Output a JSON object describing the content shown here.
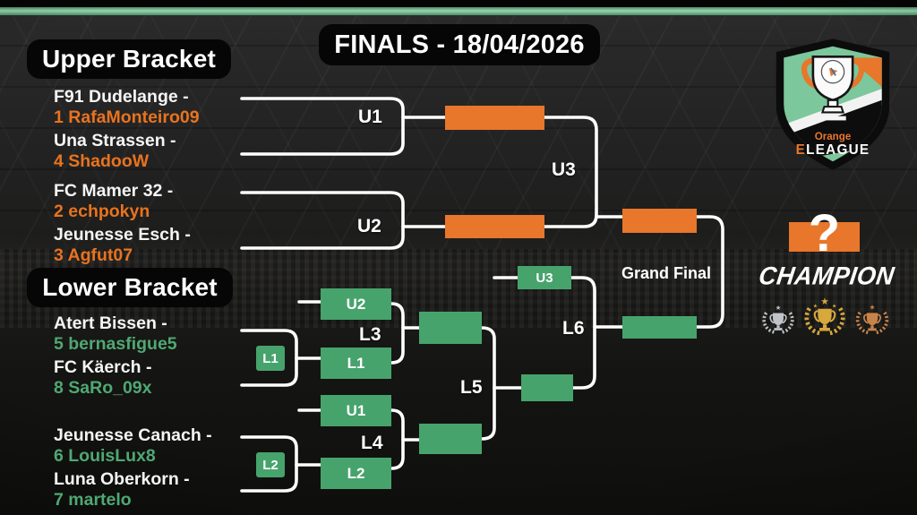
{
  "header": {
    "finals_title": "FINALS - 18/04/2026"
  },
  "upper_bracket": {
    "title": "Upper Bracket",
    "teams": [
      {
        "team": "F91 Dudelange -",
        "player": "1 RafaMonteiro09"
      },
      {
        "team": "Una Strassen -",
        "player": "4 ShadooW"
      },
      {
        "team": "FC Mamer 32 -",
        "player": "2 echpokyn"
      },
      {
        "team": "Jeunesse Esch -",
        "player": "3 Agfut07"
      }
    ],
    "match_labels": {
      "m1": "U1",
      "m2": "U2",
      "final": "U3"
    }
  },
  "lower_bracket": {
    "title": "Lower Bracket",
    "teams": [
      {
        "team": "Atert Bissen -",
        "player": "5 bernasfigue5"
      },
      {
        "team": "FC Käerch -",
        "player": "8 SaRo_09x"
      },
      {
        "team": "Jeunesse Canach -",
        "player": "6 LouisLux8"
      },
      {
        "team": "Luna Oberkorn -",
        "player": "7 martelo"
      }
    ],
    "match_labels": {
      "r1m1": "L1",
      "r1m2": "L2",
      "r2m1": "L3",
      "r2m2": "L4",
      "semi": "L5",
      "final": "L6"
    },
    "slot_labels": {
      "u2_drop": "U2",
      "l1_winner": "L1",
      "u1_drop": "U1",
      "l2_winner": "L2",
      "u3_drop": "U3"
    },
    "tag_labels": {
      "l1": "L1",
      "l2": "L2"
    }
  },
  "grand_final": {
    "label": "Grand Final",
    "champion_word": "CHAMPION",
    "placeholder": "?"
  },
  "logo": {
    "top_word": "Orange",
    "name_first": "E",
    "name_rest": "LEAGUE"
  },
  "colors": {
    "orange": "#e8762b",
    "green": "#47a36c",
    "player_orange": "#e8731f",
    "player_green": "#4fa873",
    "top_bar_green": "#94d7ae",
    "line_white": "#ffffff"
  }
}
